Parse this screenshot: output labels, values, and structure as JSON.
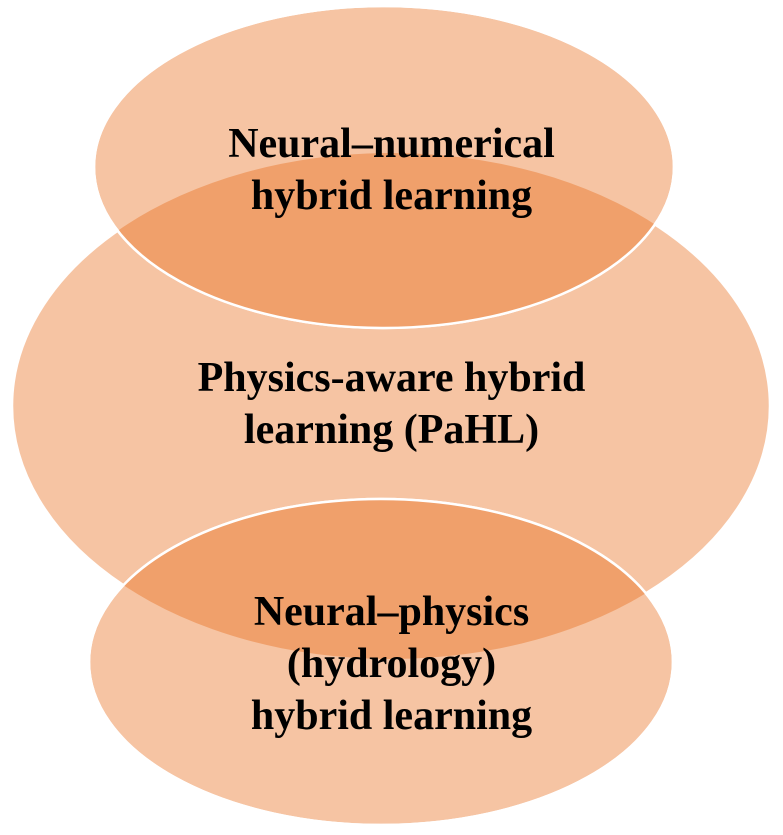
{
  "colors": {
    "ellipse_fill": "#f6c4a3",
    "overlap_fill": "#f0a06b",
    "ellipse_stroke": "#ffffff"
  },
  "diagram": {
    "top": {
      "line1": "Neural–numerical",
      "line2": "hybrid learning"
    },
    "middle": {
      "line1": "Physics-aware hybrid",
      "line2": "learning (PaHL)"
    },
    "bottom": {
      "line1": "Neural–physics",
      "line2": "(hydrology)",
      "line3": "hybrid learning"
    }
  }
}
